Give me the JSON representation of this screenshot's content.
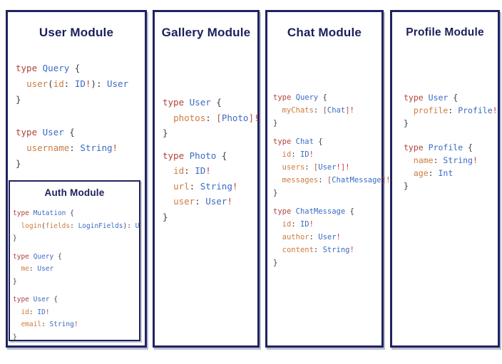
{
  "colors": {
    "panel_border": "#20235f",
    "title_text": "#1b1f5a",
    "keyword_red": "#b0423e",
    "type_blue": "#3a6bc4",
    "field_orange": "#cd7b3f",
    "bang_red": "#c43d32",
    "bracket_red": "#bf4f3f",
    "punctuation_gray": "#3a3f44",
    "background": "#ffffff"
  },
  "panels": [
    {
      "title": "User Module",
      "blocks": [
        [
          [
            [
              "k",
              "type"
            ],
            [
              "p",
              " "
            ],
            [
              "t",
              "Query"
            ],
            [
              "p",
              " {"
            ]
          ],
          [
            [
              "p",
              "  "
            ],
            [
              "f",
              "user"
            ],
            [
              "p",
              "("
            ],
            [
              "f",
              "id"
            ],
            [
              "p",
              ": "
            ],
            [
              "t",
              "ID"
            ],
            [
              "b",
              "!"
            ],
            [
              "p",
              "): "
            ],
            [
              "t",
              "User"
            ]
          ],
          [
            [
              "p",
              "}"
            ]
          ]
        ],
        [
          [
            [
              "k",
              "type"
            ],
            [
              "p",
              " "
            ],
            [
              "t",
              "User"
            ],
            [
              "p",
              " {"
            ]
          ],
          [
            [
              "p",
              "  "
            ],
            [
              "f",
              "username"
            ],
            [
              "p",
              ": "
            ],
            [
              "t",
              "String"
            ],
            [
              "b",
              "!"
            ]
          ],
          [
            [
              "p",
              "}"
            ]
          ]
        ]
      ],
      "nested": {
        "title": "Auth Module",
        "blocks": [
          [
            [
              [
                "k",
                "type"
              ],
              [
                "p",
                " "
              ],
              [
                "t",
                "Mutation"
              ],
              [
                "p",
                " {"
              ]
            ],
            [
              [
                "p",
                "  "
              ],
              [
                "f",
                "login"
              ],
              [
                "p",
                "("
              ],
              [
                "f",
                "fields"
              ],
              [
                "p",
                ": "
              ],
              [
                "t",
                "LoginFields"
              ],
              [
                "p",
                "): "
              ],
              [
                "t",
                "User"
              ]
            ],
            [
              [
                "p",
                "}"
              ]
            ]
          ],
          [
            [
              [
                "k",
                "type"
              ],
              [
                "p",
                " "
              ],
              [
                "t",
                "Query"
              ],
              [
                "p",
                " {"
              ]
            ],
            [
              [
                "p",
                "  "
              ],
              [
                "f",
                "me"
              ],
              [
                "p",
                ": "
              ],
              [
                "t",
                "User"
              ]
            ],
            [
              [
                "p",
                "}"
              ]
            ]
          ],
          [
            [
              [
                "k",
                "type"
              ],
              [
                "p",
                " "
              ],
              [
                "t",
                "User"
              ],
              [
                "p",
                " {"
              ]
            ],
            [
              [
                "p",
                "  "
              ],
              [
                "f",
                "id"
              ],
              [
                "p",
                ": "
              ],
              [
                "t",
                "ID"
              ],
              [
                "b",
                "!"
              ]
            ],
            [
              [
                "p",
                "  "
              ],
              [
                "f",
                "email"
              ],
              [
                "p",
                ": "
              ],
              [
                "t",
                "String"
              ],
              [
                "b",
                "!"
              ]
            ],
            [
              [
                "p",
                "}"
              ]
            ]
          ]
        ]
      }
    },
    {
      "title": "Gallery Module",
      "blocks": [
        [
          [
            [
              "k",
              "type"
            ],
            [
              "p",
              " "
            ],
            [
              "t",
              "User"
            ],
            [
              "p",
              " {"
            ]
          ],
          [
            [
              "p",
              "  "
            ],
            [
              "f",
              "photos"
            ],
            [
              "p",
              ": "
            ],
            [
              "br",
              "["
            ],
            [
              "t",
              "Photo"
            ],
            [
              "br",
              "]"
            ],
            [
              "b",
              "!"
            ]
          ],
          [
            [
              "p",
              "}"
            ]
          ]
        ],
        [
          [
            [
              "k",
              "type"
            ],
            [
              "p",
              " "
            ],
            [
              "t",
              "Photo"
            ],
            [
              "p",
              " {"
            ]
          ],
          [
            [
              "p",
              "  "
            ],
            [
              "f",
              "id"
            ],
            [
              "p",
              ": "
            ],
            [
              "t",
              "ID"
            ],
            [
              "b",
              "!"
            ]
          ],
          [
            [
              "p",
              "  "
            ],
            [
              "f",
              "url"
            ],
            [
              "p",
              ": "
            ],
            [
              "t",
              "String"
            ],
            [
              "b",
              "!"
            ]
          ],
          [
            [
              "p",
              "  "
            ],
            [
              "f",
              "user"
            ],
            [
              "p",
              ": "
            ],
            [
              "t",
              "User"
            ],
            [
              "b",
              "!"
            ]
          ],
          [
            [
              "p",
              "}"
            ]
          ]
        ]
      ]
    },
    {
      "title": "Chat Module",
      "blocks": [
        [
          [
            [
              "k",
              "type"
            ],
            [
              "p",
              " "
            ],
            [
              "t",
              "Query"
            ],
            [
              "p",
              " {"
            ]
          ],
          [
            [
              "p",
              "  "
            ],
            [
              "f",
              "myChats"
            ],
            [
              "p",
              ": "
            ],
            [
              "br",
              "["
            ],
            [
              "t",
              "Chat"
            ],
            [
              "br",
              "]"
            ],
            [
              "b",
              "!"
            ]
          ],
          [
            [
              "p",
              "}"
            ]
          ]
        ],
        [
          [
            [
              "k",
              "type"
            ],
            [
              "p",
              " "
            ],
            [
              "t",
              "Chat"
            ],
            [
              "p",
              " {"
            ]
          ],
          [
            [
              "p",
              "  "
            ],
            [
              "f",
              "id"
            ],
            [
              "p",
              ": "
            ],
            [
              "t",
              "ID"
            ],
            [
              "b",
              "!"
            ]
          ],
          [
            [
              "p",
              "  "
            ],
            [
              "f",
              "users"
            ],
            [
              "p",
              ": "
            ],
            [
              "br",
              "["
            ],
            [
              "t",
              "User"
            ],
            [
              "b",
              "!"
            ],
            [
              "br",
              "]"
            ],
            [
              "b",
              "!"
            ]
          ],
          [
            [
              "p",
              "  "
            ],
            [
              "f",
              "messages"
            ],
            [
              "p",
              ": "
            ],
            [
              "br",
              "["
            ],
            [
              "t",
              "ChatMessage"
            ],
            [
              "br",
              "]"
            ],
            [
              "b",
              "!"
            ]
          ],
          [
            [
              "p",
              "}"
            ]
          ]
        ],
        [
          [
            [
              "k",
              "type"
            ],
            [
              "p",
              " "
            ],
            [
              "t",
              "ChatMessage"
            ],
            [
              "p",
              " {"
            ]
          ],
          [
            [
              "p",
              "  "
            ],
            [
              "f",
              "id"
            ],
            [
              "p",
              ": "
            ],
            [
              "t",
              "ID"
            ],
            [
              "b",
              "!"
            ]
          ],
          [
            [
              "p",
              "  "
            ],
            [
              "f",
              "author"
            ],
            [
              "p",
              ": "
            ],
            [
              "t",
              "User"
            ],
            [
              "b",
              "!"
            ]
          ],
          [
            [
              "p",
              "  "
            ],
            [
              "f",
              "content"
            ],
            [
              "p",
              ": "
            ],
            [
              "t",
              "String"
            ],
            [
              "b",
              "!"
            ]
          ],
          [
            [
              "p",
              "}"
            ]
          ]
        ]
      ]
    },
    {
      "title": "Profile Module",
      "blocks": [
        [
          [
            [
              "k",
              "type"
            ],
            [
              "p",
              " "
            ],
            [
              "t",
              "User"
            ],
            [
              "p",
              " {"
            ]
          ],
          [
            [
              "p",
              "  "
            ],
            [
              "f",
              "profile"
            ],
            [
              "p",
              ": "
            ],
            [
              "t",
              "Profile"
            ],
            [
              "b",
              "!"
            ]
          ],
          [
            [
              "p",
              "}"
            ]
          ]
        ],
        [
          [
            [
              "k",
              "type"
            ],
            [
              "p",
              " "
            ],
            [
              "t",
              "Profile"
            ],
            [
              "p",
              " {"
            ]
          ],
          [
            [
              "p",
              "  "
            ],
            [
              "f",
              "name"
            ],
            [
              "p",
              ": "
            ],
            [
              "t",
              "String"
            ],
            [
              "b",
              "!"
            ]
          ],
          [
            [
              "p",
              "  "
            ],
            [
              "f",
              "age"
            ],
            [
              "p",
              ": "
            ],
            [
              "t",
              "Int"
            ]
          ],
          [
            [
              "p",
              "}"
            ]
          ]
        ]
      ]
    }
  ]
}
